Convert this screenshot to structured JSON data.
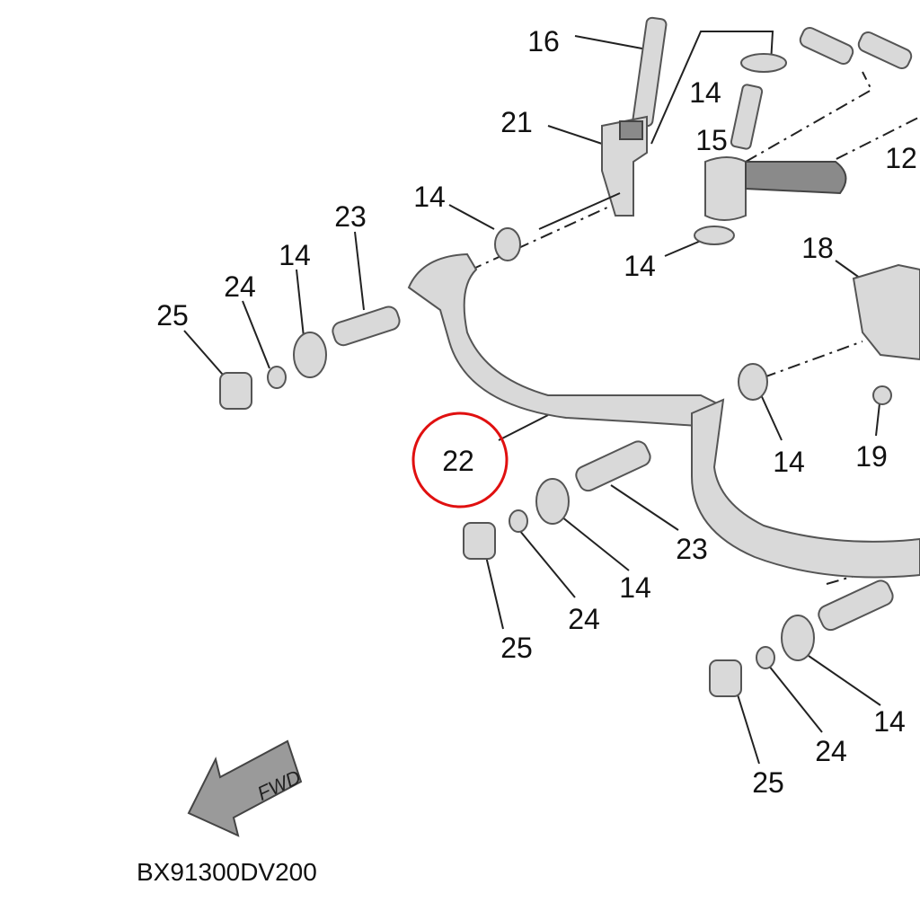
{
  "labels": [
    "16",
    "14",
    "21",
    "15",
    "12",
    "14",
    "23",
    "14",
    "24",
    "25",
    "14",
    "18",
    "22",
    "14",
    "19",
    "23",
    "14",
    "24",
    "25",
    "14",
    "24",
    "25"
  ],
  "diagram_code": "BX91300DV200",
  "fwd_arrow": "FWD",
  "highlight": {
    "part": "22",
    "color": "#e01010"
  }
}
